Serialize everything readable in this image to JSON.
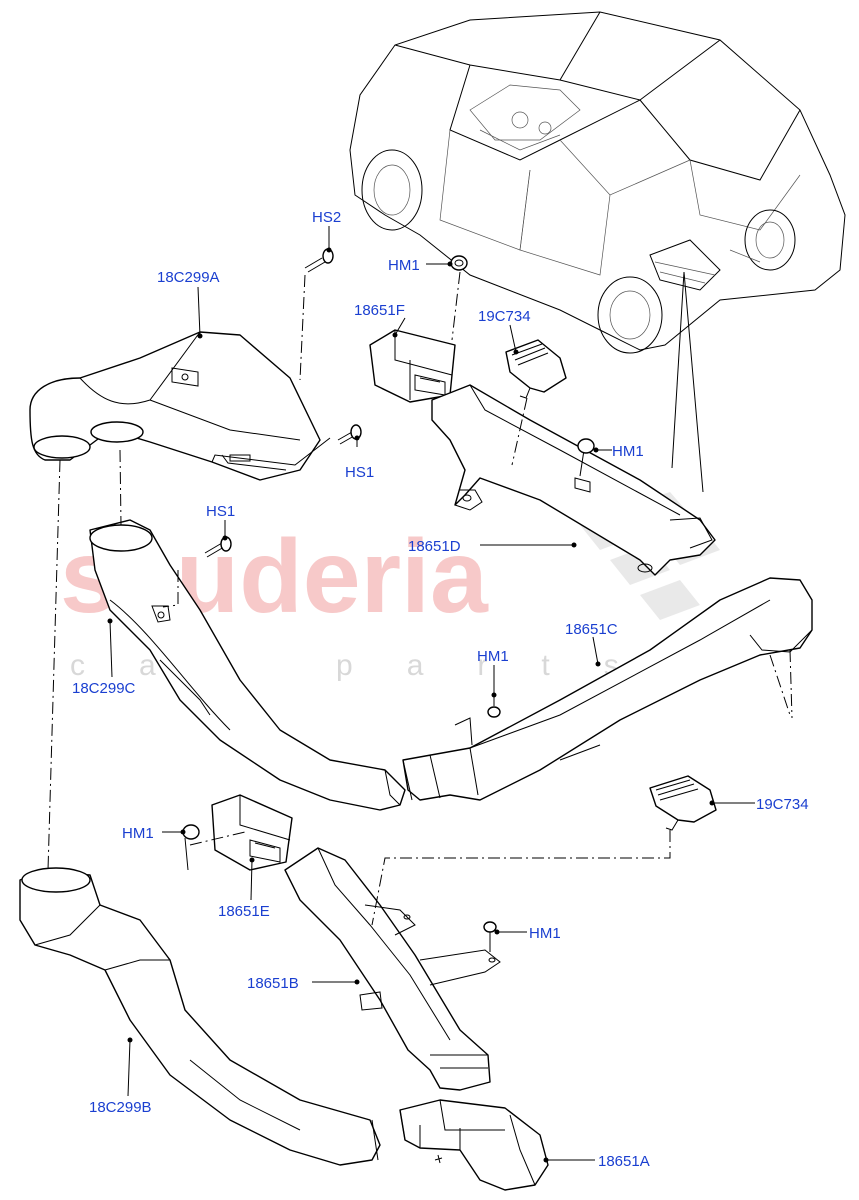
{
  "watermark": {
    "brand": "scuderia",
    "tagline": "car parts"
  },
  "colors": {
    "label": "#1a3fd0",
    "line": "#000000",
    "watermark": "#f7c9c9"
  },
  "labels": {
    "hs2": "HS2",
    "c299a": "18C299A",
    "hm1_top": "HM1",
    "f651f": "18651F",
    "c734_top": "19C734",
    "hs1_right": "HS1",
    "hm1_right": "HM1",
    "hs1_left": "HS1",
    "d651d": "18651D",
    "c651c": "18651C",
    "hm1_mid": "HM1",
    "c299c": "18C299C",
    "c734_mid": "19C734",
    "hm1_left": "HM1",
    "e651e": "18651E",
    "hm1_low": "HM1",
    "b651b": "18651B",
    "c299b": "18C299B",
    "a651a": "18651A"
  }
}
